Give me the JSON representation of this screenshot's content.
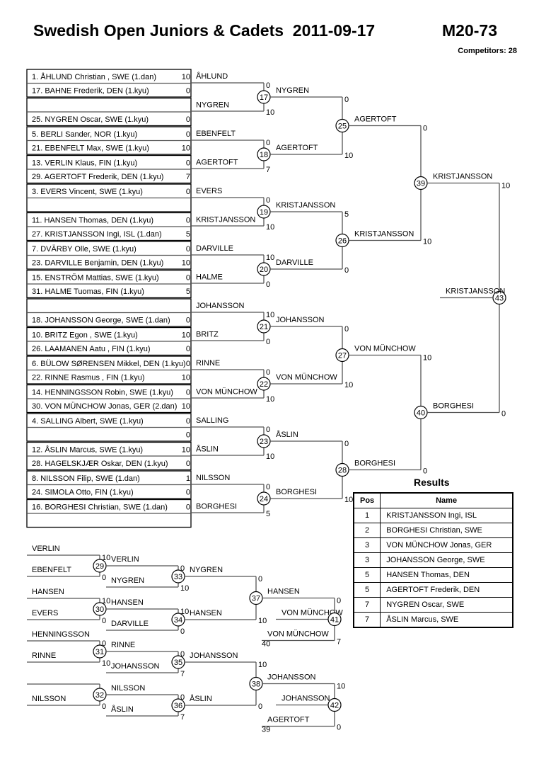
{
  "header": {
    "title": "Swedish Open Juniors & Cadets  2011-09-17",
    "category": "M20-73",
    "competitors_label": "Competitors:",
    "competitors": "28"
  },
  "entries": [
    {
      "name": "1. ÅHLUND Christian , SWE (1.dan)",
      "score": "10"
    },
    {
      "name": "17. BAHNE Frederik, DEN (1.kyu)",
      "score": "0"
    },
    {
      "name": "",
      "score": ""
    },
    {
      "name": "25. NYGREN Oscar, SWE (1.kyu)",
      "score": "0"
    },
    {
      "name": "5. BERLI Sander, NOR (1.kyu)",
      "score": "0"
    },
    {
      "name": "21. EBENFELT Max, SWE (1.kyu)",
      "score": "10"
    },
    {
      "name": "13. VERLIN Klaus, FIN (1.kyu)",
      "score": "0"
    },
    {
      "name": "29. AGERTOFT Frederik, DEN (1.kyu)",
      "score": "7"
    },
    {
      "name": "3. EVERS Vincent, SWE (1.kyu)",
      "score": "0"
    },
    {
      "name": "",
      "score": ""
    },
    {
      "name": "11. HANSEN Thomas, DEN (1.kyu)",
      "score": "0"
    },
    {
      "name": "27. KRISTJANSSON Ingi, ISL (1.dan)",
      "score": "5"
    },
    {
      "name": "7. DVÄRBY Olle, SWE (1.kyu)",
      "score": "0"
    },
    {
      "name": "23. DARVILLE Benjamin, DEN (1.kyu)",
      "score": "10"
    },
    {
      "name": "15. ENSTRÖM Mattias, SWE (1.kyu)",
      "score": "0"
    },
    {
      "name": "31. HALME Tuomas, FIN (1.kyu)",
      "score": "5"
    },
    {
      "name": "",
      "score": ""
    },
    {
      "name": "18. JOHANSSON George, SWE (1.dan)",
      "score": "0"
    },
    {
      "name": "10. BRITZ Egon , SWE (1.kyu)",
      "score": "10"
    },
    {
      "name": "26. LAAMANEN Aatu , FIN (1.kyu)",
      "score": "0"
    },
    {
      "name": "6. BÜLOW SØRENSEN Mikkel, DEN (1.kyu)",
      "score": "0"
    },
    {
      "name": "22. RINNE Rasmus , FIN (1.kyu)",
      "score": "10"
    },
    {
      "name": "14. HENNINGSSON Robin, SWE (1.kyu)",
      "score": "0"
    },
    {
      "name": "30. VON MÜNCHOW Jonas, GER (2.dan)",
      "score": "10"
    },
    {
      "name": "4. SALLING Albert, SWE (1.kyu)",
      "score": "0"
    },
    {
      "name": "",
      "score": "0"
    },
    {
      "name": "12. ÅSLIN Marcus, SWE (1.kyu)",
      "score": "10"
    },
    {
      "name": "28. HAGELSKJÆR Oskar, DEN (1.kyu)",
      "score": "0"
    },
    {
      "name": "8. NILSSON Filip, SWE (1.dan)",
      "score": "1"
    },
    {
      "name": "24. SIMOLA Otto, FIN (1.kyu)",
      "score": "0"
    },
    {
      "name": "16. BORGHESI Christian, SWE (1.dan)",
      "score": "0"
    },
    {
      "name": "",
      "score": ""
    }
  ],
  "main": {
    "r1_labels": [
      "ÅHLUND",
      "NYGREN",
      "EBENFELT",
      "AGERTOFT",
      "EVERS",
      "KRISTJANSSON",
      "DARVILLE",
      "HALME",
      "JOHANSSON",
      "BRITZ",
      "RINNE",
      "VON MÜNCHOW",
      "SALLING",
      "ÅSLIN",
      "NILSSON",
      "BORGHESI"
    ],
    "r1_matches": [
      {
        "no": "17",
        "top": "0",
        "bot": "10"
      },
      {
        "no": "18",
        "top": "0",
        "bot": "7"
      },
      {
        "no": "19",
        "top": "0",
        "bot": "10"
      },
      {
        "no": "20",
        "top": "10",
        "bot": "0"
      },
      {
        "no": "21",
        "top": "10",
        "bot": "0"
      },
      {
        "no": "22",
        "top": "0",
        "bot": "10"
      },
      {
        "no": "23",
        "top": "0",
        "bot": "10"
      },
      {
        "no": "24",
        "top": "0",
        "bot": "5"
      }
    ],
    "r2_labels": [
      "NYGREN",
      "AGERTOFT",
      "KRISTJANSSON",
      "DARVILLE",
      "JOHANSSON",
      "VON MÜNCHOW",
      "ÅSLIN",
      "BORGHESI"
    ],
    "r2_matches": [
      {
        "no": "25",
        "top": "0",
        "bot": "10"
      },
      {
        "no": "26",
        "top": "5",
        "bot": "0"
      },
      {
        "no": "27",
        "top": "0",
        "bot": "10"
      },
      {
        "no": "28",
        "top": "0",
        "bot": "10"
      }
    ],
    "r3_labels": [
      "AGERTOFT",
      "KRISTJANSSON",
      "VON MÜNCHOW",
      "BORGHESI"
    ],
    "r3_matches": [
      {
        "no": "39",
        "top": "0",
        "bot": "10"
      },
      {
        "no": "40",
        "top": "10",
        "bot": "0"
      }
    ],
    "r4_labels": [
      "KRISTJANSSON",
      "BORGHESI"
    ],
    "final": {
      "no": "43",
      "top": "10",
      "bot": "0",
      "winner": "KRISTJANSSON"
    }
  },
  "repechage": {
    "c1_labels": [
      "VERLIN",
      "EBENFELT",
      "HANSEN",
      "EVERS",
      "HENNINGSSON",
      "RINNE",
      "",
      "NILSSON"
    ],
    "c1_matches": [
      {
        "no": "29",
        "top": "10",
        "bot": "0"
      },
      {
        "no": "30",
        "top": "10",
        "bot": "0"
      },
      {
        "no": "31",
        "top": "0",
        "bot": "10"
      },
      {
        "no": "32",
        "top": "",
        "bot": "0"
      }
    ],
    "c2_labels": [
      "VERLIN",
      "NYGREN",
      "HANSEN",
      "DARVILLE",
      "RINNE",
      "JOHANSSON",
      "NILSSON",
      "ÅSLIN"
    ],
    "c2_matches": [
      {
        "no": "33",
        "top": "0",
        "bot": "10"
      },
      {
        "no": "34",
        "top": "10",
        "bot": "0"
      },
      {
        "no": "35",
        "top": "0",
        "bot": "7"
      },
      {
        "no": "36",
        "top": "0",
        "bot": "7"
      }
    ],
    "c3_labels": [
      "NYGREN",
      "HANSEN",
      "JOHANSSON",
      "ÅSLIN"
    ],
    "c3_matches": [
      {
        "no": "37",
        "top": "0",
        "bot": "10"
      },
      {
        "no": "38",
        "top": "10",
        "bot": "0"
      }
    ],
    "bronze": [
      {
        "no": "41",
        "top_label": "HANSEN",
        "mid_label": "VON MÜNCHOW",
        "bot_label": "VON MÜNCHOW",
        "ref": "40",
        "top": "0",
        "bot": "7"
      },
      {
        "no": "42",
        "top_label": "JOHANSSON",
        "mid_label": "JOHANSSON",
        "bot_label": "AGERTOFT",
        "ref": "39",
        "top": "10",
        "bot": "0"
      }
    ]
  },
  "results": {
    "title": "Results",
    "col_pos": "Pos",
    "col_name": "Name",
    "rows": [
      {
        "pos": "1",
        "name": "KRISTJANSSON Ingi, ISL"
      },
      {
        "pos": "2",
        "name": "BORGHESI Christian, SWE"
      },
      {
        "pos": "3",
        "name": "VON MÜNCHOW Jonas, GER"
      },
      {
        "pos": "3",
        "name": "JOHANSSON George, SWE"
      },
      {
        "pos": "5",
        "name": "HANSEN Thomas, DEN"
      },
      {
        "pos": "5",
        "name": "AGERTOFT Frederik, DEN"
      },
      {
        "pos": "7",
        "name": "NYGREN Oscar, SWE"
      },
      {
        "pos": "7",
        "name": "ÅSLIN Marcus, SWE"
      }
    ]
  }
}
